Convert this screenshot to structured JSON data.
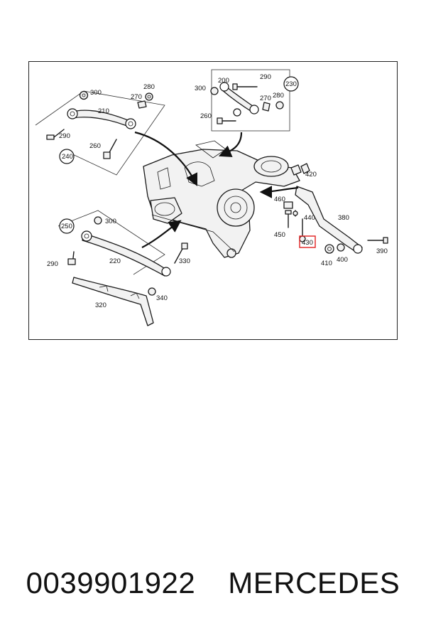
{
  "diagram": {
    "part_labels": {
      "p200": "200",
      "p210": "210",
      "p220": "220",
      "p230": "230",
      "p240": "240",
      "p250": "250",
      "p260a": "260",
      "p260b": "260",
      "p270a": "270",
      "p270b": "270",
      "p280a": "280",
      "p280b": "280",
      "p290a": "290",
      "p290b": "290",
      "p290c": "290",
      "p300a": "300",
      "p300b": "300",
      "p300c": "300",
      "p320": "320",
      "p330": "330",
      "p340": "340",
      "p380": "380",
      "p390": "390",
      "p400": "400",
      "p410": "410",
      "p420": "420",
      "p430": "430",
      "p440": "440",
      "p450": "450",
      "p460": "460"
    },
    "highlighted_part": "430",
    "highlight_color": "#e02020"
  },
  "caption": {
    "part_number": "0039901922",
    "brand": "MERCEDES"
  }
}
